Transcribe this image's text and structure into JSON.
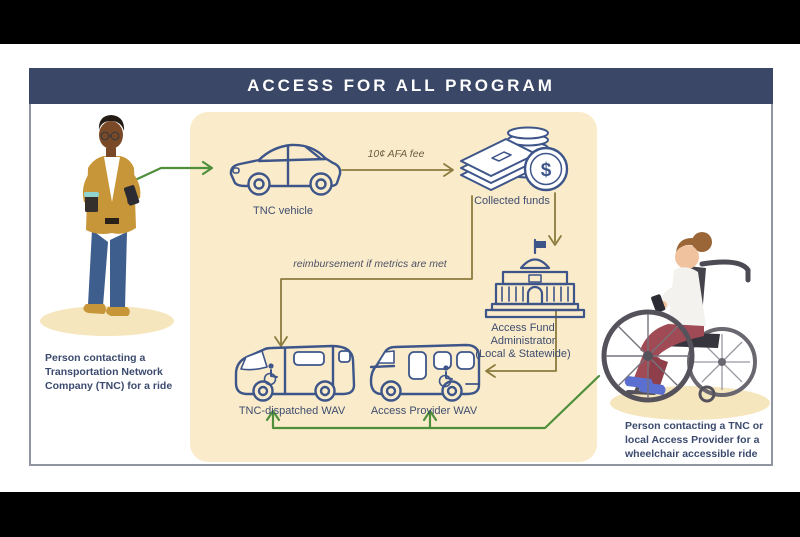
{
  "title": "ACCESS FOR ALL PROGRAM",
  "flow": {
    "tnc_vehicle": "TNC vehicle",
    "fee": "10¢ AFA fee",
    "collected_funds": "Collected funds",
    "admin_lines": [
      "Access Fund",
      "Administrator",
      "(Local & Statewide)"
    ],
    "reimbursement": "reimbursement if metrics are met",
    "tnc_wav": "TNC-dispatched WAV",
    "provider_wav": "Access Provider WAV"
  },
  "captions": {
    "left_lines": [
      "Person contacting a",
      "Transportation Network",
      "Company (TNC) for a ride"
    ],
    "right_lines": [
      "Person contacting a TNC or",
      "local Access Provider for a",
      "wheelchair accessible ride"
    ]
  },
  "icons": {
    "dollar_glyph": "$"
  },
  "colors": {
    "header_navy": "#3B4766",
    "panel_cream": "#FAECCA",
    "icon_navy": "#3D5589",
    "text_navy": "#3B4A6E",
    "arrow_olive": "#8C7B3E",
    "arrow_green": "#4F8F3C"
  }
}
